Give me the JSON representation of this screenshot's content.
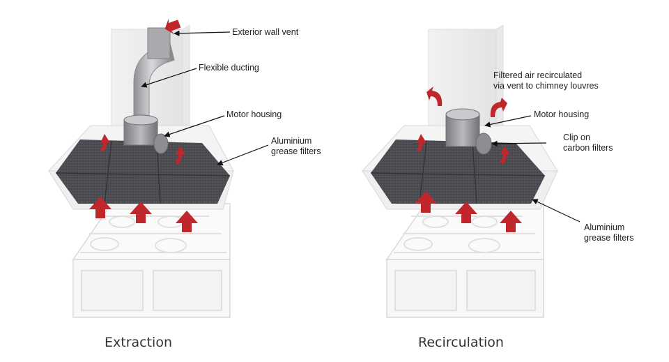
{
  "extraction": {
    "caption": "Extraction",
    "labels": {
      "exterior_wall_vent": "Exterior wall vent",
      "flexible_ducting": "Flexible ducting",
      "motor_housing": "Motor housing",
      "aluminium_grease_filters_1": "Aluminium",
      "aluminium_grease_filters_2": "grease filters"
    }
  },
  "recirculation": {
    "caption": "Recirculation",
    "labels": {
      "filtered_air_1": "Filtered air recirculated",
      "filtered_air_2": "via vent to chimney louvres",
      "motor_housing": "Motor housing",
      "clip_on_1": "Clip on",
      "clip_on_2": "carbon filters",
      "aluminium_grease_filters_1": "Aluminium",
      "aluminium_grease_filters_2": "grease filters"
    }
  },
  "colors": {
    "airflow_arrow": "#c0272d",
    "filter_mesh": "#4a4a4f",
    "motor": "#9a9ca0",
    "cabinet_outline": "#d8d8d8"
  }
}
